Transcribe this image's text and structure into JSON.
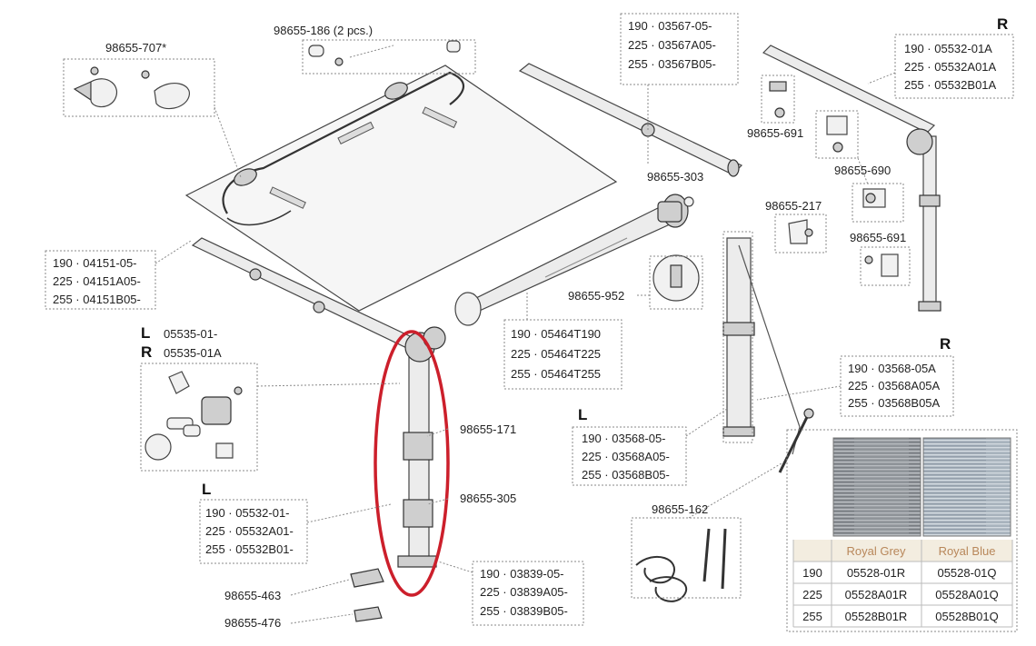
{
  "side_labels": {
    "right_top": "R",
    "left_mid_a": "L",
    "right_mid": "R",
    "left_bottom": "L",
    "left_center": "L",
    "right_center": "R"
  },
  "parts": {
    "clip_set": "98655-707*",
    "end_caps": "98655-186 (2 pcs.)",
    "front_bar_1": "190 · 03567-05-",
    "front_bar_2": "225 · 03567A05-",
    "front_bar_3": "255 · 03567B05-",
    "right_arm_1": "190 · 05532-01A",
    "right_arm_2": "225 · 05532A01A",
    "right_arm_3": "255 · 05532B01A",
    "p691_top": "98655-691",
    "p303": "98655-303",
    "p690": "98655-690",
    "p217": "98655-217",
    "p691_mid": "98655-691",
    "rear_bar_1": "190 · 04151-05-",
    "rear_bar_2": "225 · 04151A05-",
    "rear_bar_3": "255 · 04151B05-",
    "p952": "98655-952",
    "left_hub_1": "05535-01-",
    "left_hub_2": "05535-01A",
    "roller_1": "190 · 05464T190",
    "roller_2": "225 · 05464T225",
    "roller_3": "255 · 05464T255",
    "right_leg_1": "190 · 03568-05A",
    "right_leg_2": "225 · 03568A05A",
    "right_leg_3": "255 · 03568B05A",
    "p171": "98655-171",
    "left_leg_1": "190 · 03568-05-",
    "left_leg_2": "225 · 03568A05-",
    "left_leg_3": "255 · 03568B05-",
    "p305": "98655-305",
    "left_arm_1": "190 · 05532-01-",
    "left_arm_2": "225 · 05532A01-",
    "left_arm_3": "255 · 05532B01-",
    "p162": "98655-162",
    "foot_1": "190 · 03839-05-",
    "foot_2": "225 · 03839A05-",
    "foot_3": "255 · 03839B05-",
    "p463": "98655-463",
    "p476": "98655-476"
  },
  "fabric_table": {
    "headers": [
      "Royal Grey",
      "Royal Blue"
    ],
    "rows": [
      {
        "size": "190",
        "grey": "05528-01R",
        "blue": "05528-01Q"
      },
      {
        "size": "225",
        "grey": "05528A01R",
        "blue": "05528A01Q"
      },
      {
        "size": "255",
        "grey": "05528B01R",
        "blue": "05528B01Q"
      }
    ]
  },
  "colors": {
    "highlight": "#cc1f2b",
    "header_text": "#b8875a",
    "header_bg": "#f3ede0",
    "swatch_grey": "#8f9499",
    "swatch_blue": "#a8b3bd"
  }
}
